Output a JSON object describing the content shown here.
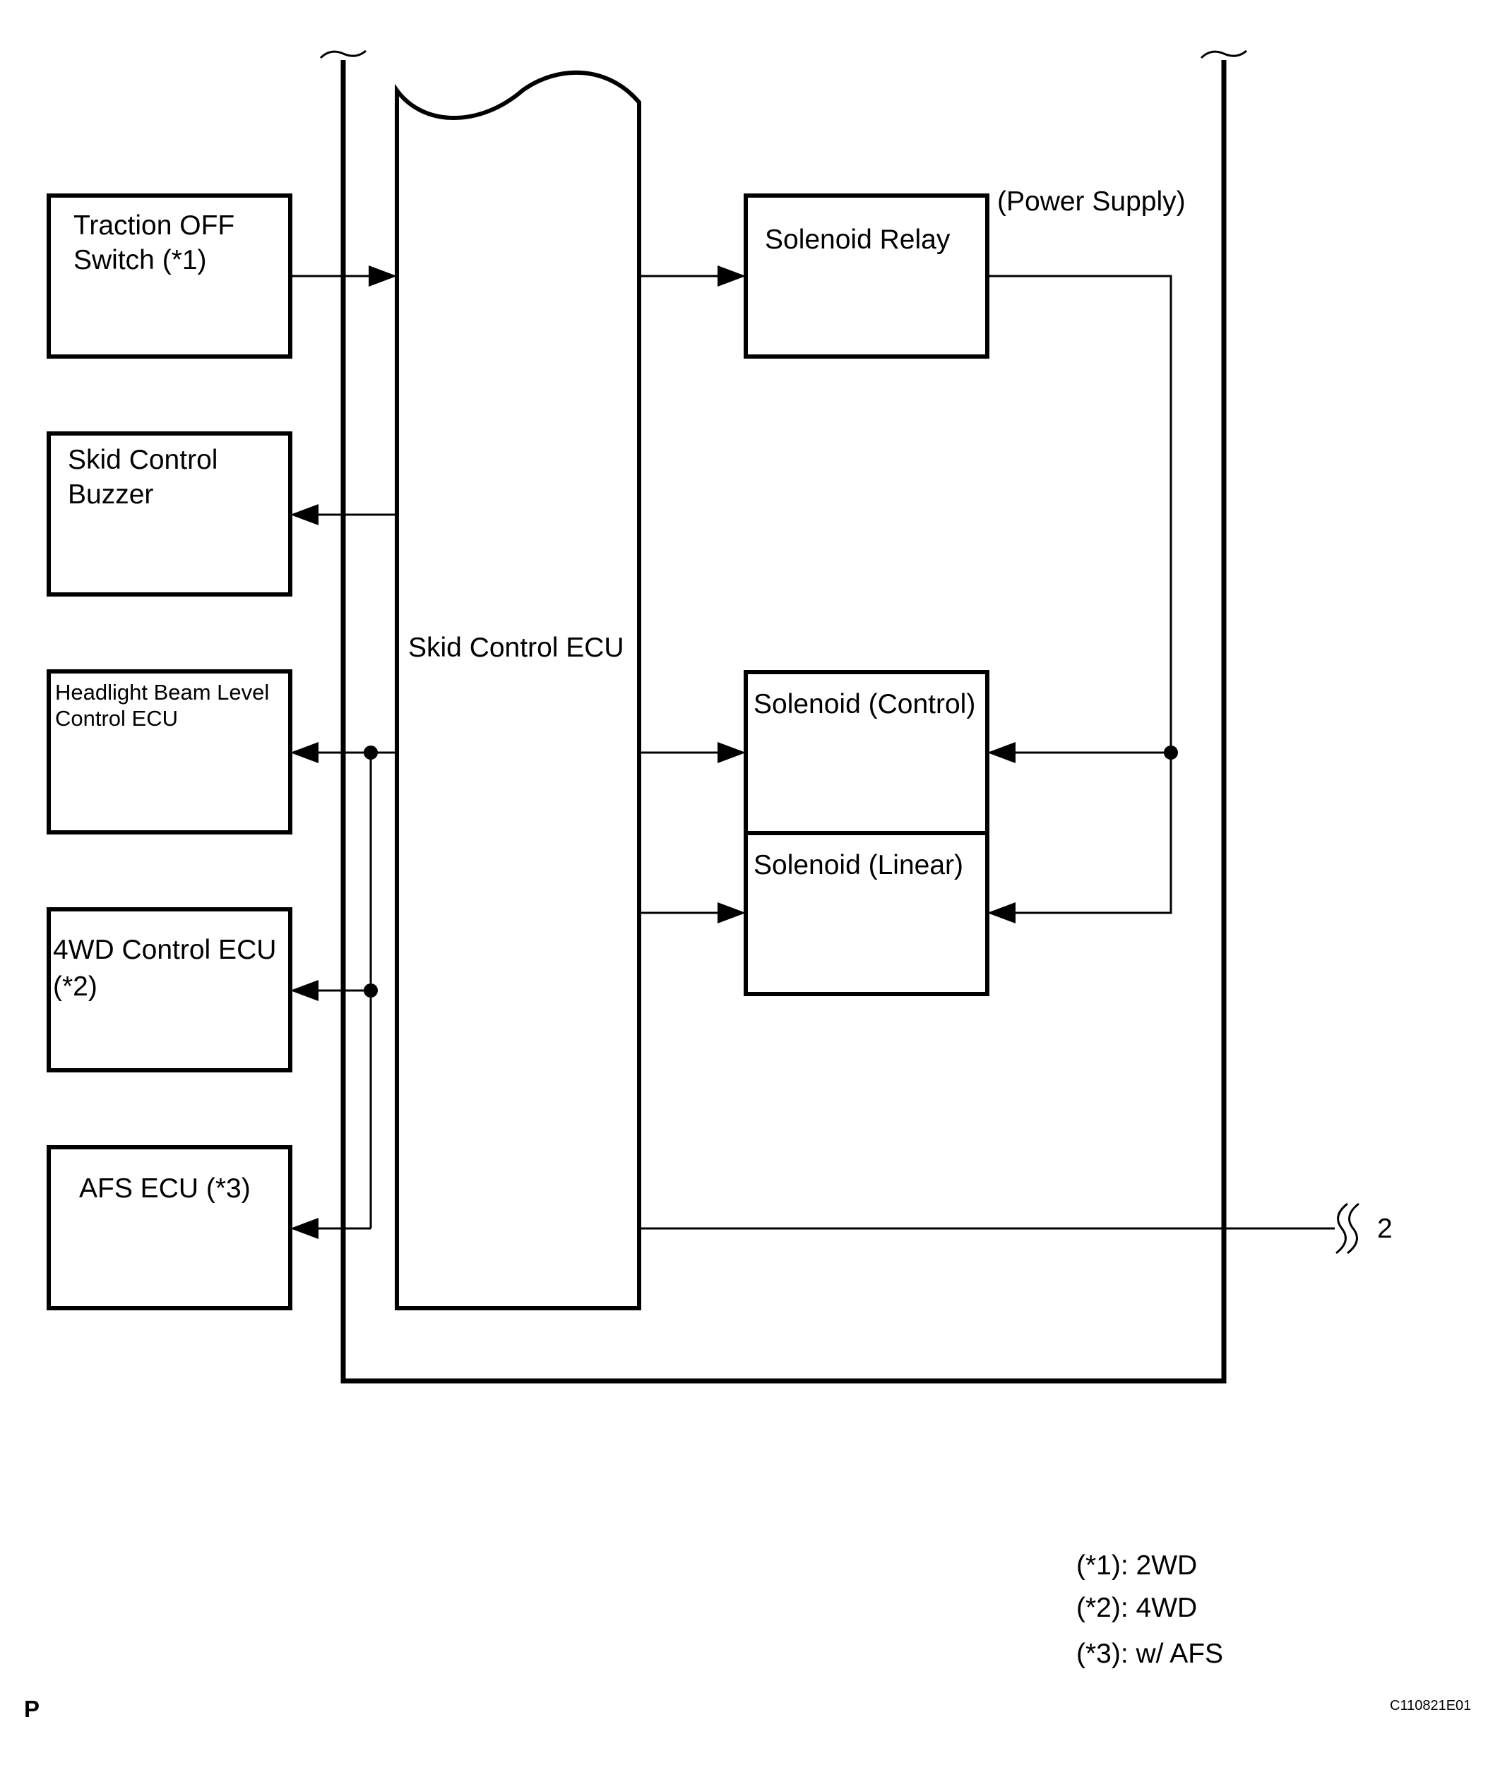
{
  "components": {
    "traction_off_switch": [
      "Traction OFF",
      "Switch (*1)"
    ],
    "skid_control_buzzer": [
      "Skid Control",
      "Buzzer"
    ],
    "headlight_ecu": [
      "Headlight Beam Level",
      "Control ECU"
    ],
    "fourwd_ecu": [
      "4WD Control ECU",
      "(*2)"
    ],
    "afs_ecu": [
      "AFS ECU (*3)"
    ],
    "skid_control_ecu": "Skid Control ECU",
    "solenoid_relay": "Solenoid Relay",
    "power_supply": "(Power Supply)",
    "solenoid_control": "Solenoid (Control)",
    "solenoid_linear": "Solenoid (Linear)"
  },
  "connector_label": "2",
  "legend": [
    "(*1): 2WD",
    "(*2): 4WD",
    "(*3): w/ AFS"
  ],
  "page_mark": "P",
  "figure_code": "C110821E01"
}
